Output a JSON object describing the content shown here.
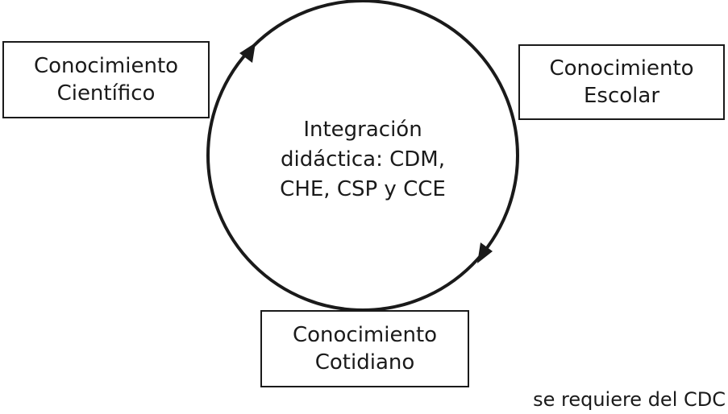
{
  "center": {
    "lines": [
      "Integración",
      "didáctica: CDM,",
      "CHE, CSP y CCE"
    ]
  },
  "boxes": {
    "cientifico": {
      "line1": "Conocimiento",
      "line2": "Científico"
    },
    "escolar": {
      "line1": "Conocimiento",
      "line2": "Escolar"
    },
    "cotidiano": {
      "line1": "Conocimiento",
      "line2": "Cotidiano"
    }
  },
  "footnote": "se requiere del CDC"
}
